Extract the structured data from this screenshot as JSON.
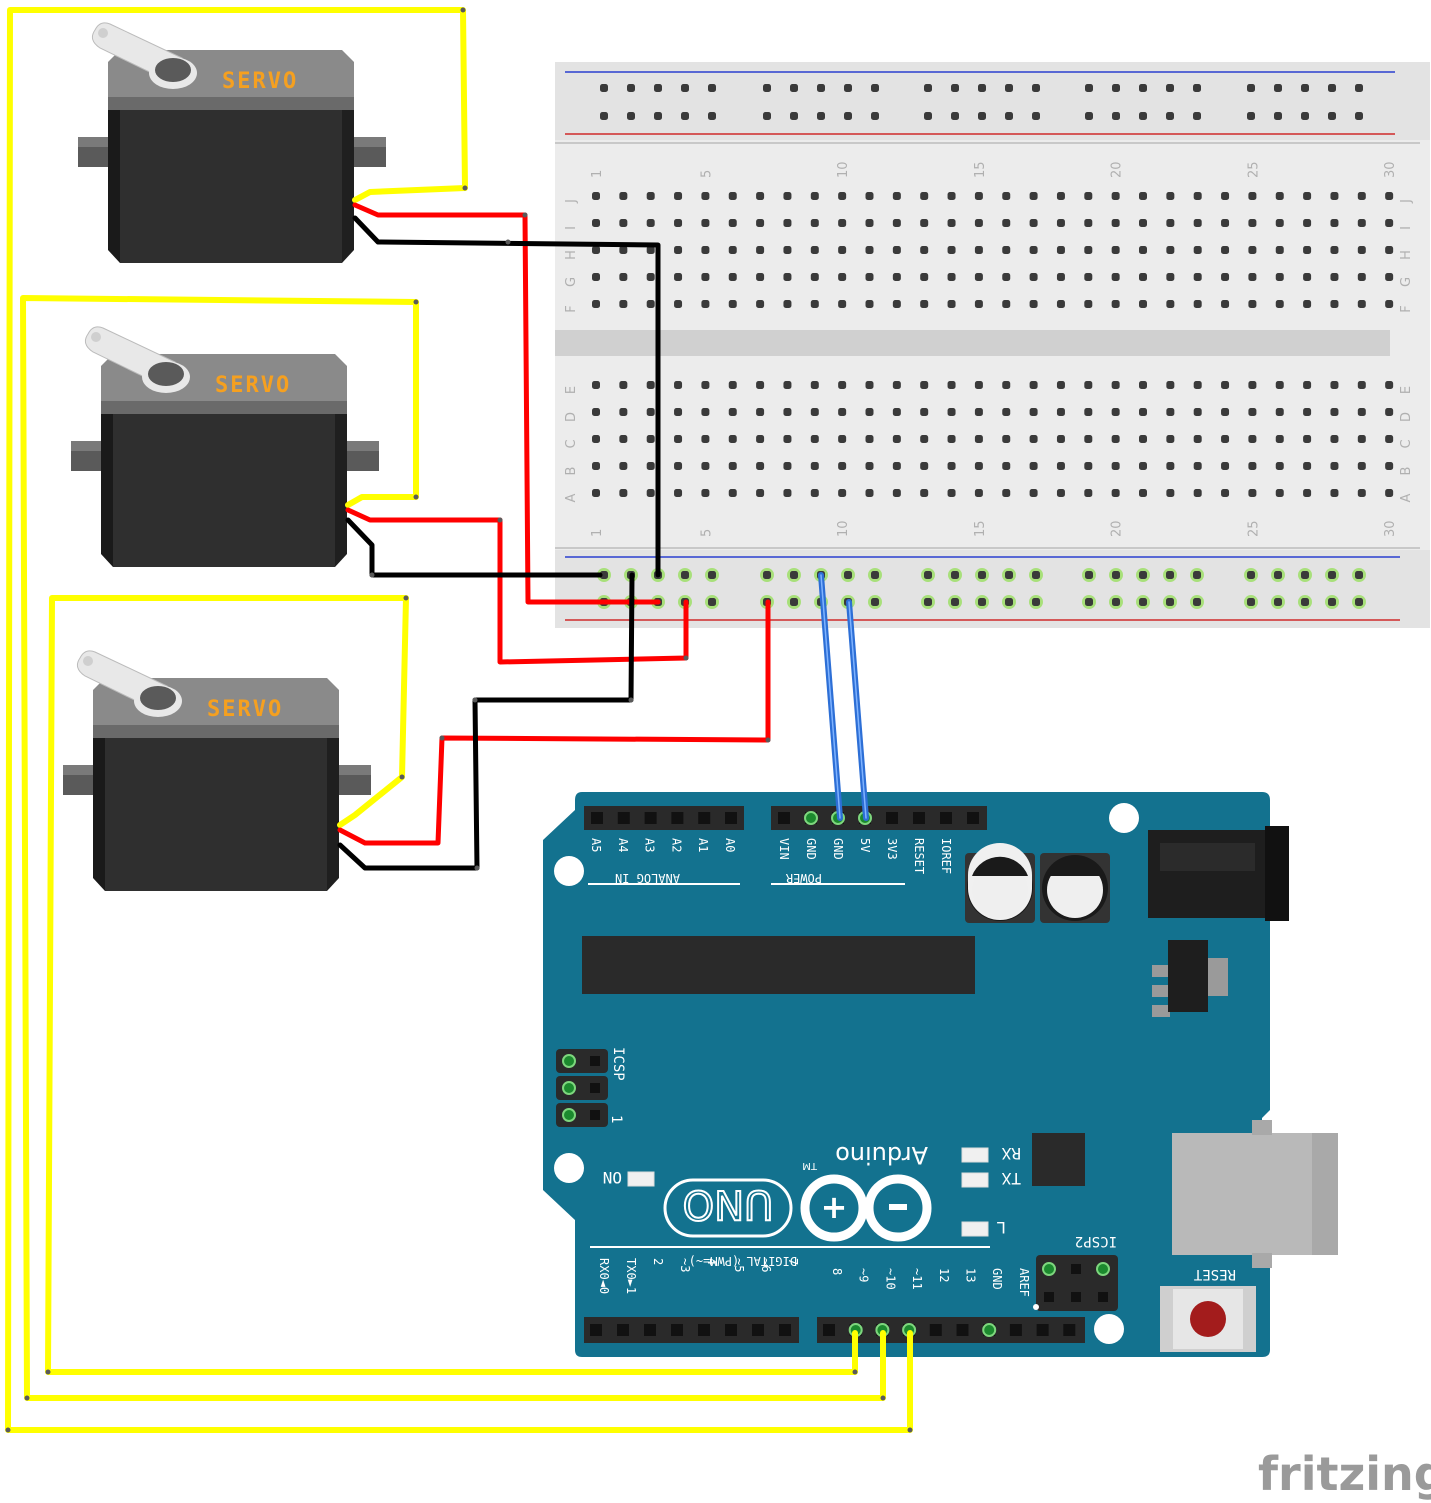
{
  "servos": [
    {
      "label": "SERVO"
    },
    {
      "label": "SERVO"
    },
    {
      "label": "SERVO"
    }
  ],
  "breadboard": {
    "column_numbers": [
      "1",
      "5",
      "10",
      "15",
      "20",
      "25",
      "30"
    ],
    "rows_top": [
      "J",
      "I",
      "H",
      "G",
      "F"
    ],
    "rows_bottom": [
      "E",
      "D",
      "C",
      "B",
      "A"
    ]
  },
  "arduino": {
    "analog_label": "ANALOG IN",
    "analog_pins": [
      "A5",
      "A4",
      "A3",
      "A2",
      "A1",
      "A0"
    ],
    "power_label": "POWER",
    "power_pins": [
      "VIN",
      "GND",
      "GND",
      "5V",
      "3V3",
      "RESET",
      "IOREF"
    ],
    "icsp_label": "ICSP",
    "icsp_pin1": "1",
    "brand": "Arduino",
    "tm": "TM",
    "uno": "UNO",
    "on_label": "ON",
    "rx_label": "RX",
    "tx_label": "TX",
    "l_label": "L",
    "digital_label": "DIGITAL (PWM=~)",
    "digital_pins_low": [
      "RX0◄0",
      "TX0►1",
      "2",
      "~3",
      "4",
      "~5",
      "~6",
      "7"
    ],
    "digital_pins_high": [
      "8",
      "~9",
      "~10",
      "~11",
      "12",
      "13",
      "GND",
      "AREF"
    ],
    "icsp2_label": "ICSP2",
    "reset_label": "RESET"
  },
  "watermark": "fritzing",
  "colors": {
    "breadboard": "#e3e3e3",
    "board": "#13728f",
    "wire_yellow": "#ffff00",
    "wire_red": "#ff0000",
    "wire_black": "#000000",
    "wire_blue": "#2d6fd6",
    "servo_body": "#2f2f2f",
    "servo_text": "#f5a020"
  }
}
